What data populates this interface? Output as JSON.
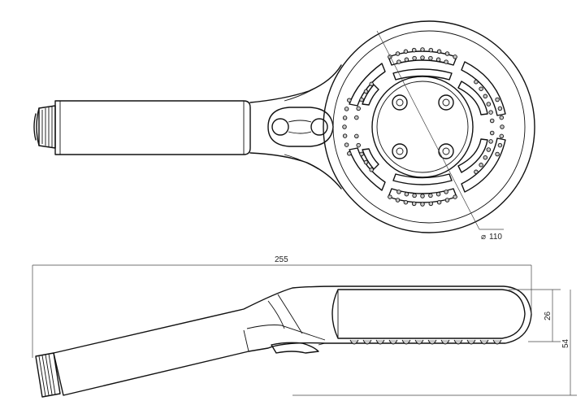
{
  "drawing": {
    "dimensions": {
      "diameter_symbol": "⌀",
      "diameter": "110",
      "length": "255",
      "height_face": "26",
      "height_total": "54"
    },
    "colors": {
      "line": "#111111",
      "nozzle_fill": "#c8c8c8",
      "dimension": "#444444",
      "background": "#ffffff"
    }
  }
}
